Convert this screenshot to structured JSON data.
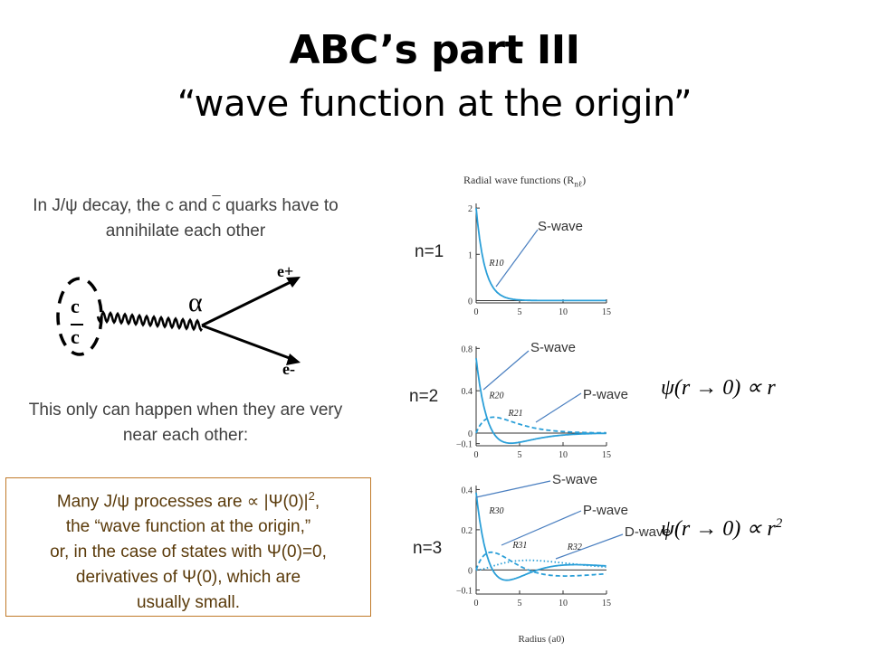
{
  "slide": {
    "title": "ABC’s part III",
    "subtitle": "“wave function at the origin”"
  },
  "left": {
    "intro": "In J/ψ decay, the c and c quarks have to annihilate each other",
    "diagram": {
      "quark_top": "c",
      "quark_bottom": "c",
      "coupling": "α",
      "electron_plus": "e+",
      "electron_minus": "e-"
    },
    "near_text": "This only can happen when they are very near each other:",
    "box_lines": [
      "Many J/ψ processes are ∝ |Ψ(0)|2,",
      "the “wave function at the origin,”",
      "or, in the case of states with Ψ(0)=0,",
      "derivatives of Ψ(0), which are",
      "usually small."
    ]
  },
  "right": {
    "header": "Radial wave functions (Rnℓ)",
    "axis_label": "Radius (a0)",
    "x_ticks": [
      "0",
      "5",
      "10",
      "15"
    ],
    "panels": [
      {
        "n_label": "n=1",
        "y_ticks": [
          "2",
          "1",
          "0"
        ],
        "curve_labels": [
          "R10"
        ],
        "waves": [
          "S-wave"
        ]
      },
      {
        "n_label": "n=2",
        "y_ticks": [
          "0.8",
          "0.4",
          "0",
          "−0.1"
        ],
        "curve_labels": [
          "R20",
          "R21"
        ],
        "waves": [
          "S-wave",
          "P-wave"
        ]
      },
      {
        "n_label": "n=3",
        "y_ticks": [
          "0.4",
          "0.2",
          "0",
          "−0.1"
        ],
        "curve_labels": [
          "R30",
          "R31",
          "R32"
        ],
        "waves": [
          "S-wave",
          "P-wave",
          "D-wave"
        ]
      }
    ],
    "formula_n2": "ψ(r → 0) ∝ r",
    "formula_n3": "ψ(r → 0) ∝ r2"
  },
  "colors": {
    "curve": "#2b9fd8",
    "box_border": "#c07a2a",
    "box_text": "#5a3a0a",
    "body_text": "#404040"
  }
}
